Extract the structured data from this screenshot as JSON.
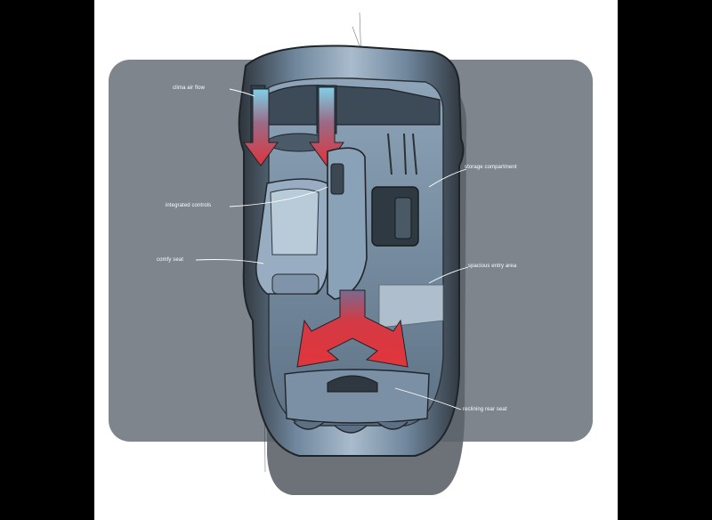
{
  "callouts": {
    "clima_air_flow": "clima air flow",
    "integrated_controls": "integrated controls",
    "comfy_seat": "comfy seat",
    "storage_compartment": "storage compartment",
    "spacious_entry_area": "spacious entry area",
    "reclining_rear_seat": "reclining rear seat"
  },
  "colors": {
    "frame": "#000000",
    "paper": "#ffffff",
    "panel": "#7e858d",
    "body_dark": "#2c3238",
    "body_mid": "#5c6f82",
    "body_light": "#9fb3c6",
    "airflow_arrow": "#d9353d",
    "vent_cyan": "#7fd0e6",
    "callout_text": "#ffffff"
  }
}
